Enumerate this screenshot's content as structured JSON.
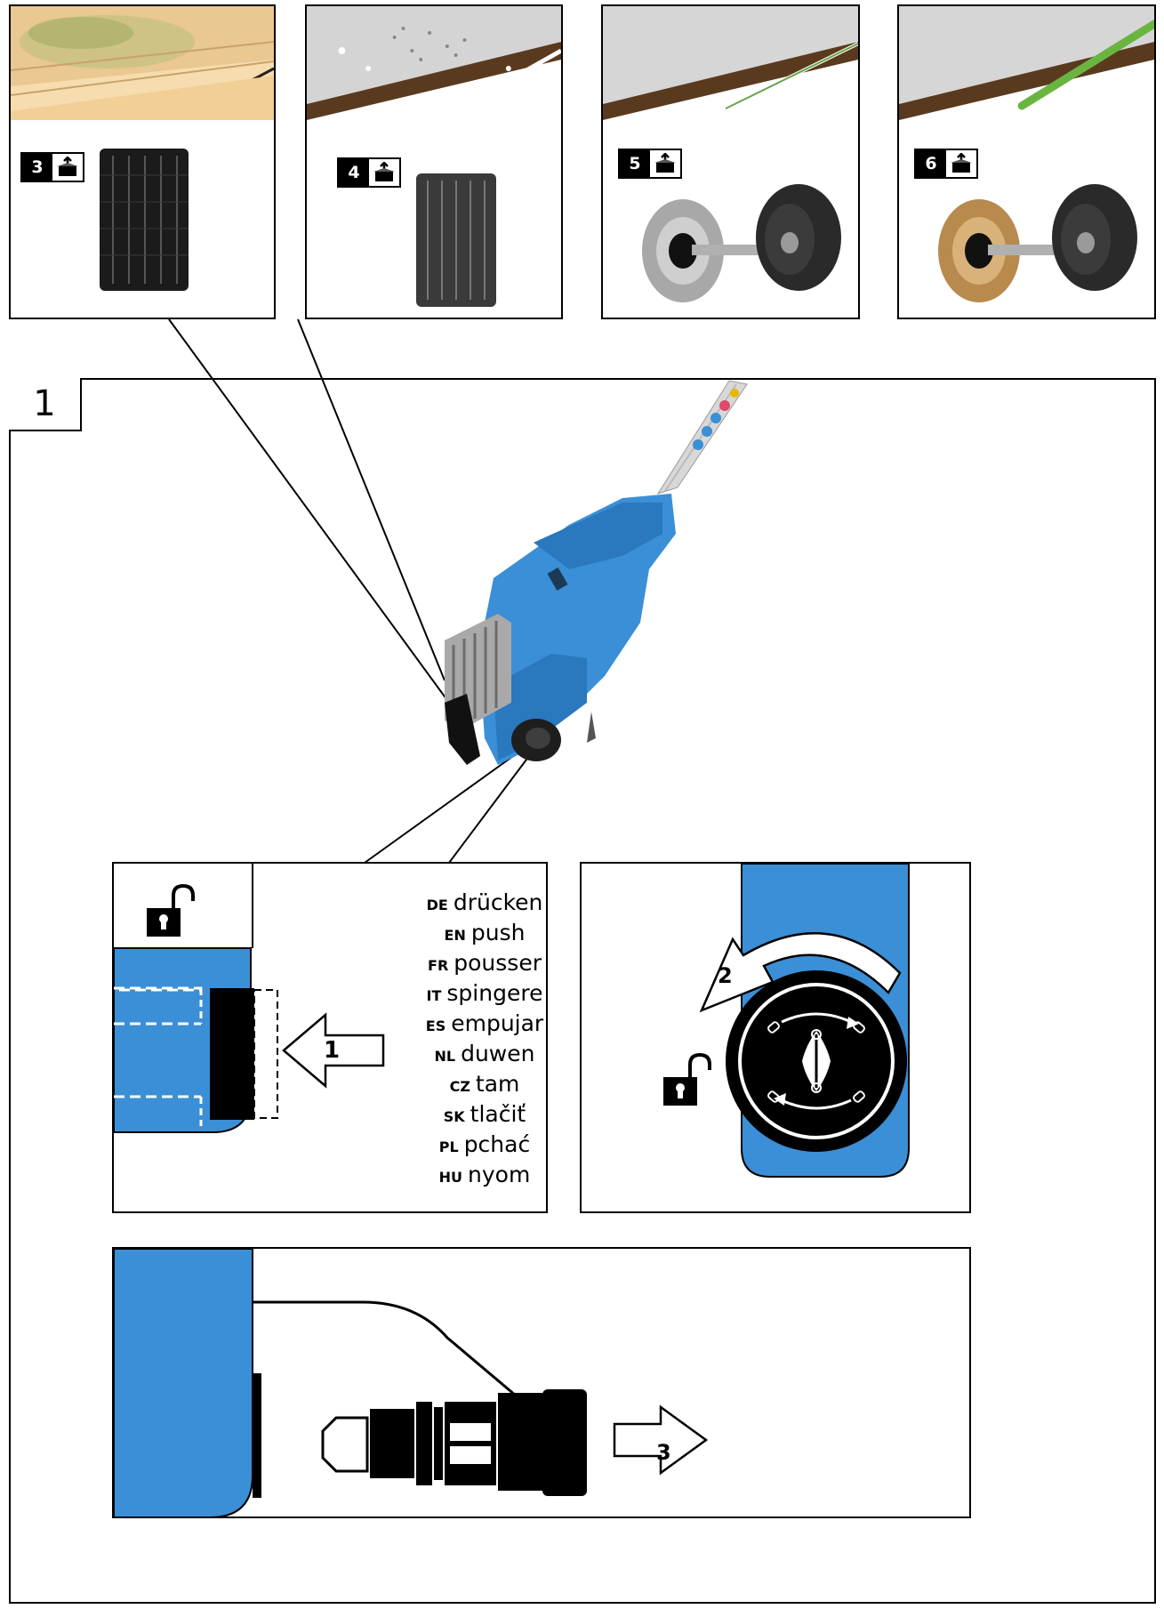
{
  "figure_number": "1",
  "accessory_options": [
    {
      "number": "3",
      "tool": "brush-roller"
    },
    {
      "number": "4",
      "tool": "brush-roller"
    },
    {
      "number": "5",
      "tool": "wire-wheel-with-counterweight"
    },
    {
      "number": "6",
      "tool": "brass-wire-wheel-with-counterweight"
    }
  ],
  "push_translations": [
    {
      "code": "DE",
      "word": "drücken"
    },
    {
      "code": "EN",
      "word": "push"
    },
    {
      "code": "FR",
      "word": "pousser"
    },
    {
      "code": "IT",
      "word": "spingere"
    },
    {
      "code": "ES",
      "word": "empujar"
    },
    {
      "code": "NL",
      "word": "duwen"
    },
    {
      "code": "CZ",
      "word": "tam"
    },
    {
      "code": "SK",
      "word": "tlačiť"
    },
    {
      "code": "PL",
      "word": "pchać"
    },
    {
      "code": "HU",
      "word": "nyom"
    }
  ],
  "steps": {
    "step1_label": "1",
    "step2_label": "2",
    "step3_label": "3"
  },
  "colors": {
    "tool_blue": "#3a8fd6",
    "tool_blue_dark": "#2a78bd",
    "black": "#000000",
    "concrete": "#d9d9d9",
    "wood": "#e8c07a",
    "moss": "#7ab648"
  },
  "icons": [
    "unlock-icon",
    "accessory-box-icon",
    "arrow-icon",
    "rotate-arrow-icon"
  ]
}
